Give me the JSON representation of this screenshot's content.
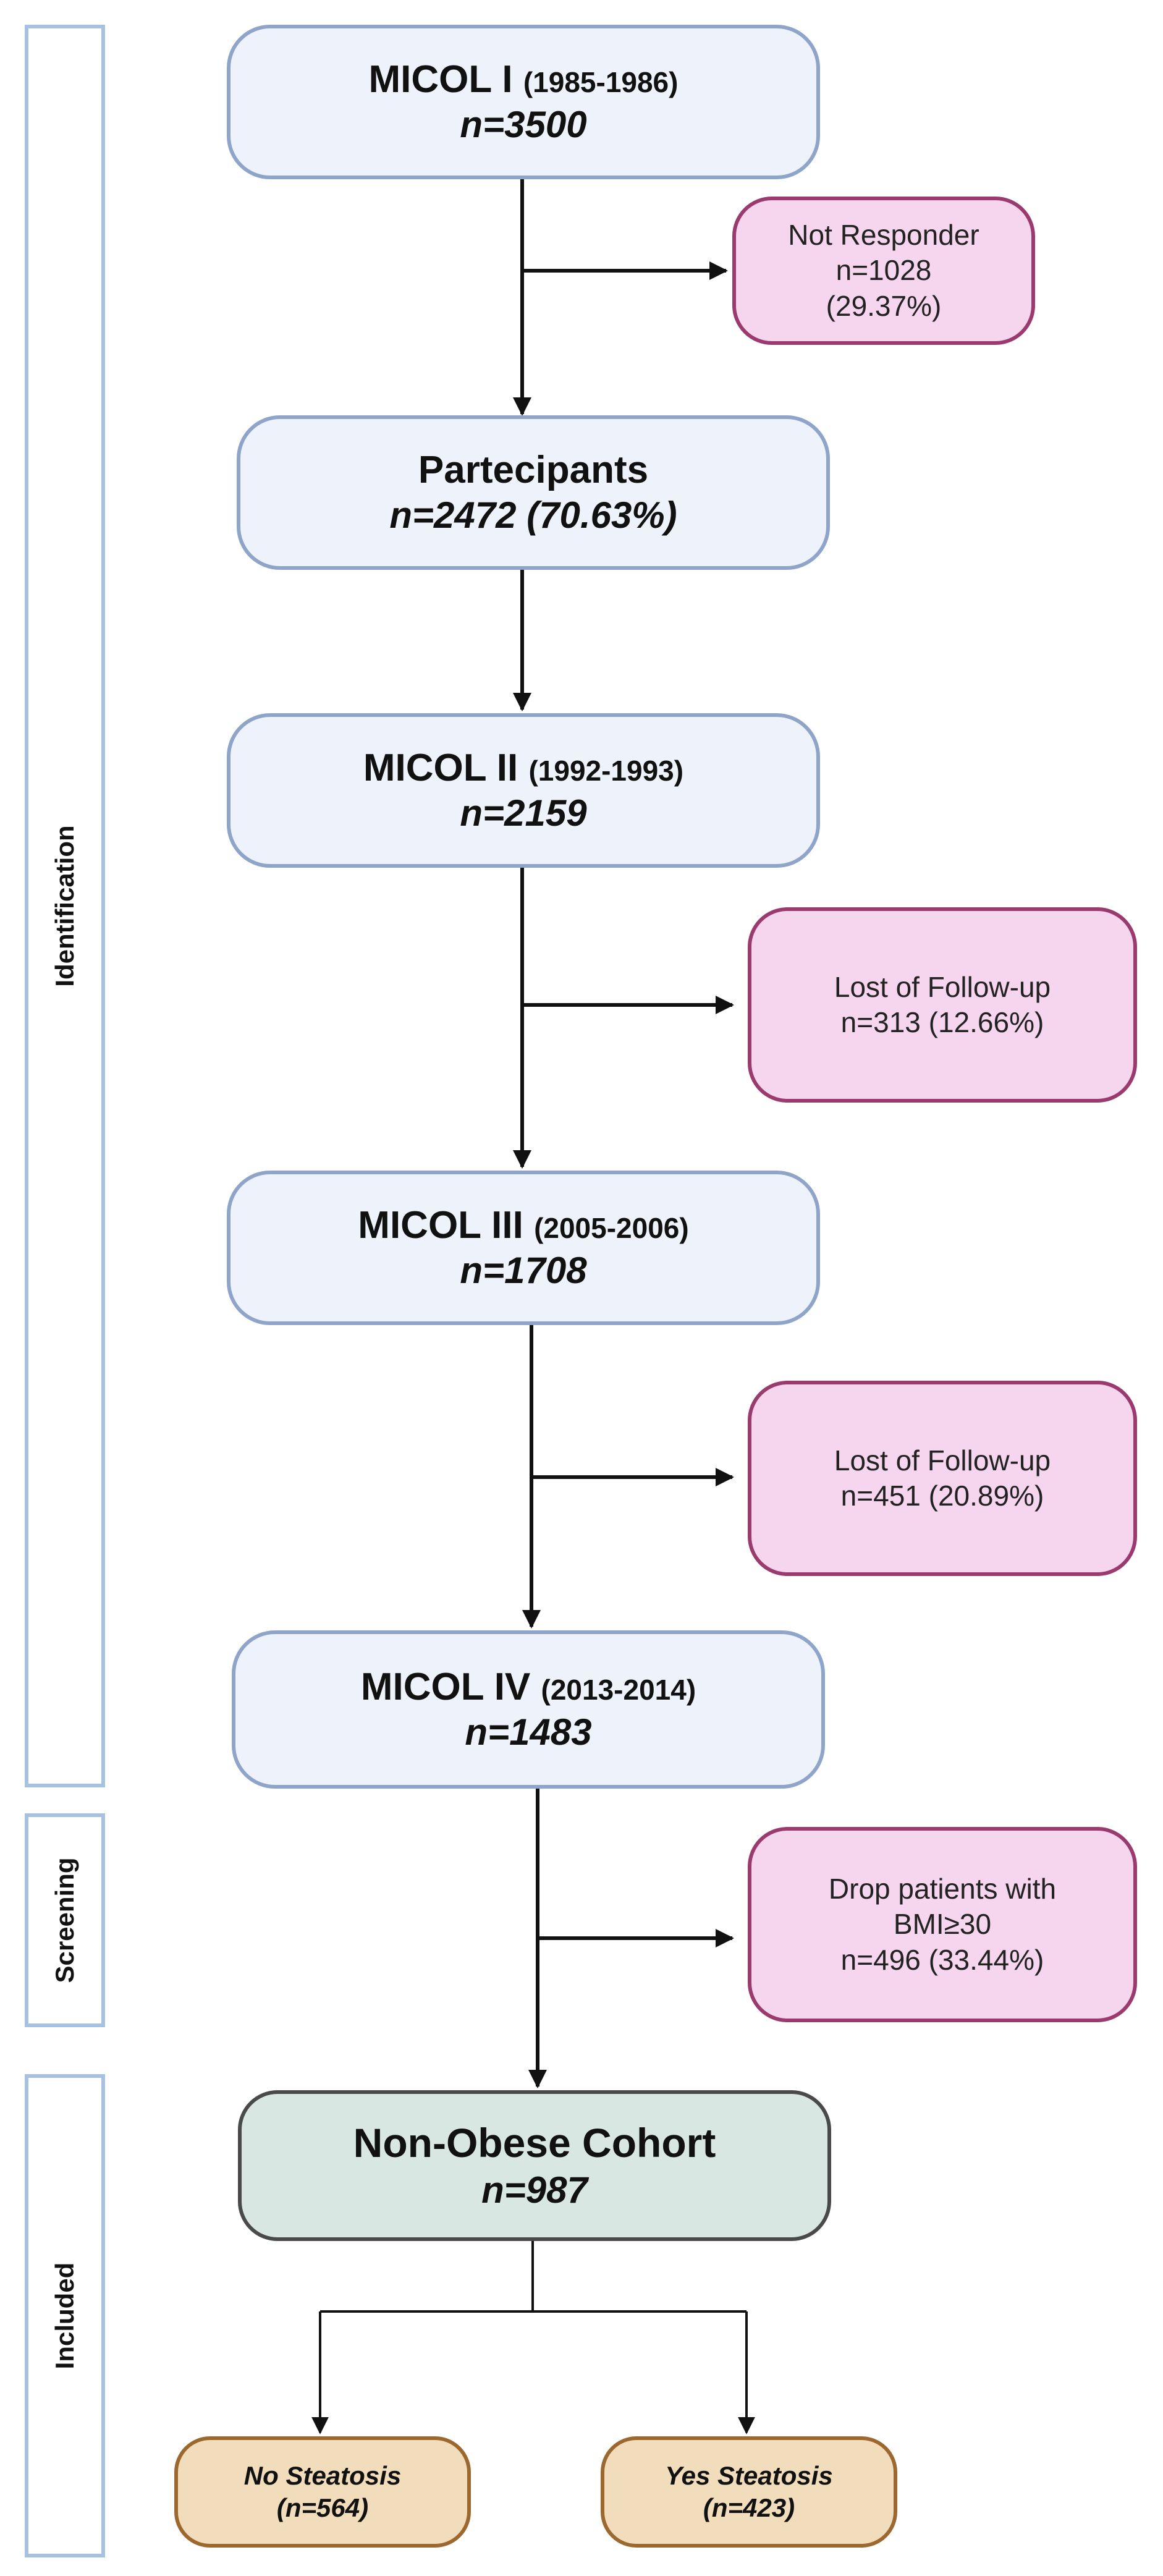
{
  "stages": {
    "identification": "Identification",
    "screening": "Screening",
    "included": "Included"
  },
  "nodes": {
    "micol1": {
      "title": "MICOL I",
      "years": "(1985-1986)",
      "n": "n=3500"
    },
    "participants": {
      "title": "Partecipants",
      "n": "n=2472 (70.63%)"
    },
    "micol2": {
      "title": "MICOL II",
      "years": "(1992-1993)",
      "n": "n=2159"
    },
    "micol3": {
      "title": "MICOL III",
      "years": "(2005-2006)",
      "n": "n=1708"
    },
    "micol4": {
      "title": "MICOL IV",
      "years": "(2013-2014)",
      "n": "n=1483"
    },
    "cohort": {
      "title": "Non-Obese Cohort",
      "n": "n=987"
    }
  },
  "exclusions": {
    "not_responder": {
      "line1": "Not Responder",
      "line2": "n=1028",
      "line3": "(29.37%)"
    },
    "lost1": {
      "line1": "Lost of Follow-up",
      "line2": "n=313 (12.66%)"
    },
    "lost2": {
      "line1": "Lost of Follow-up",
      "line2": "n=451 (20.89%)"
    },
    "drop": {
      "line1": "Drop patients with",
      "line2": "BMI≥30",
      "line3": "n=496 (33.44%)"
    }
  },
  "outcomes": {
    "no_steatosis": {
      "label": "No Steatosis",
      "n": "(n=564)"
    },
    "yes_steatosis": {
      "label": "Yes Steatosis",
      "n": "(n=423)"
    }
  }
}
